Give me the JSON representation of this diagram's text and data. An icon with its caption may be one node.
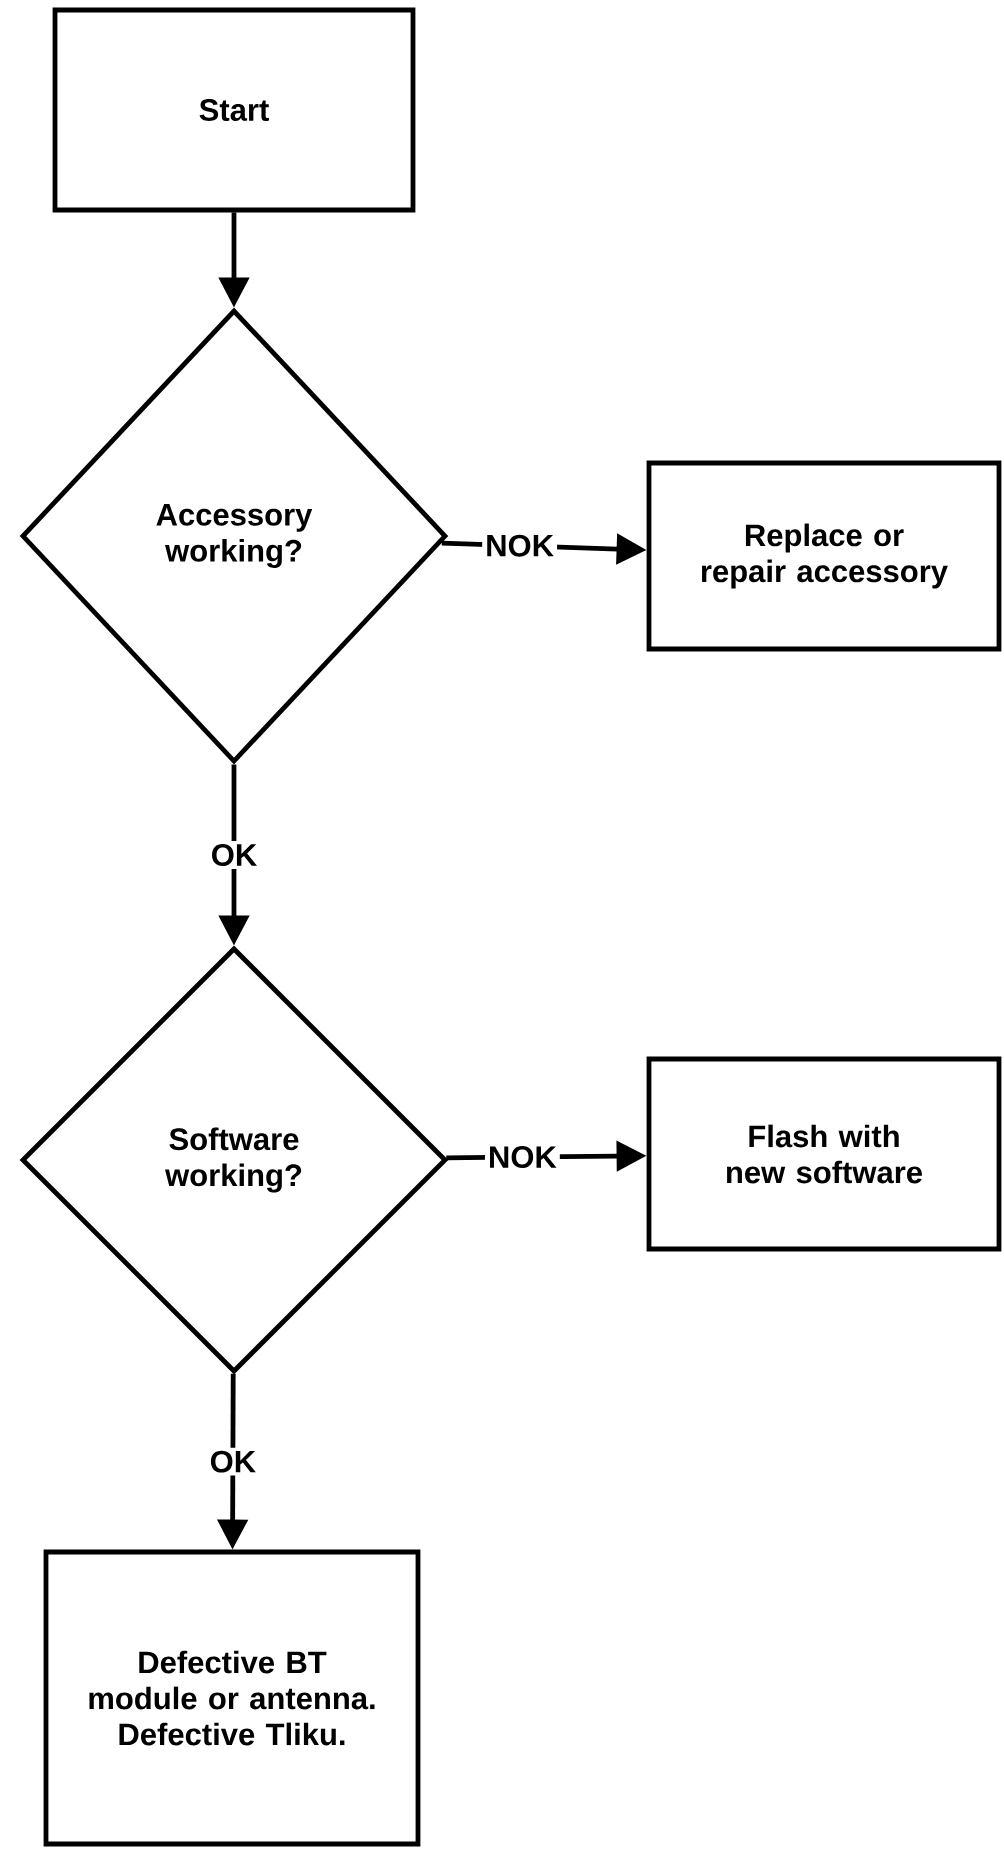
{
  "diagram": {
    "nodes": [
      {
        "text": [
          "Start"
        ]
      },
      {
        "text": [
          "Accessory working?"
        ]
      },
      {
        "text": [
          "Replace or repair accessory"
        ]
      },
      {
        "text": [
          "Software working?"
        ]
      },
      {
        "text": [
          "Flash with new software"
        ]
      },
      {
        "text": [
          "Defective BT module or antenna. Defective Tliku."
        ]
      }
    ],
    "edges": [
      {
        "from": 0,
        "to": 1,
        "arrow": "to"
      },
      {
        "from": 1,
        "to": 2,
        "arrow": "to",
        "label": "NOK"
      },
      {
        "from": 1,
        "to": 3,
        "arrow": "to",
        "label": "OK"
      },
      {
        "from": 3,
        "to": 4,
        "arrow": "to",
        "label": "NOK"
      },
      {
        "from": 3,
        "to": 5,
        "arrow": "to",
        "label": "OK"
      }
    ]
  }
}
